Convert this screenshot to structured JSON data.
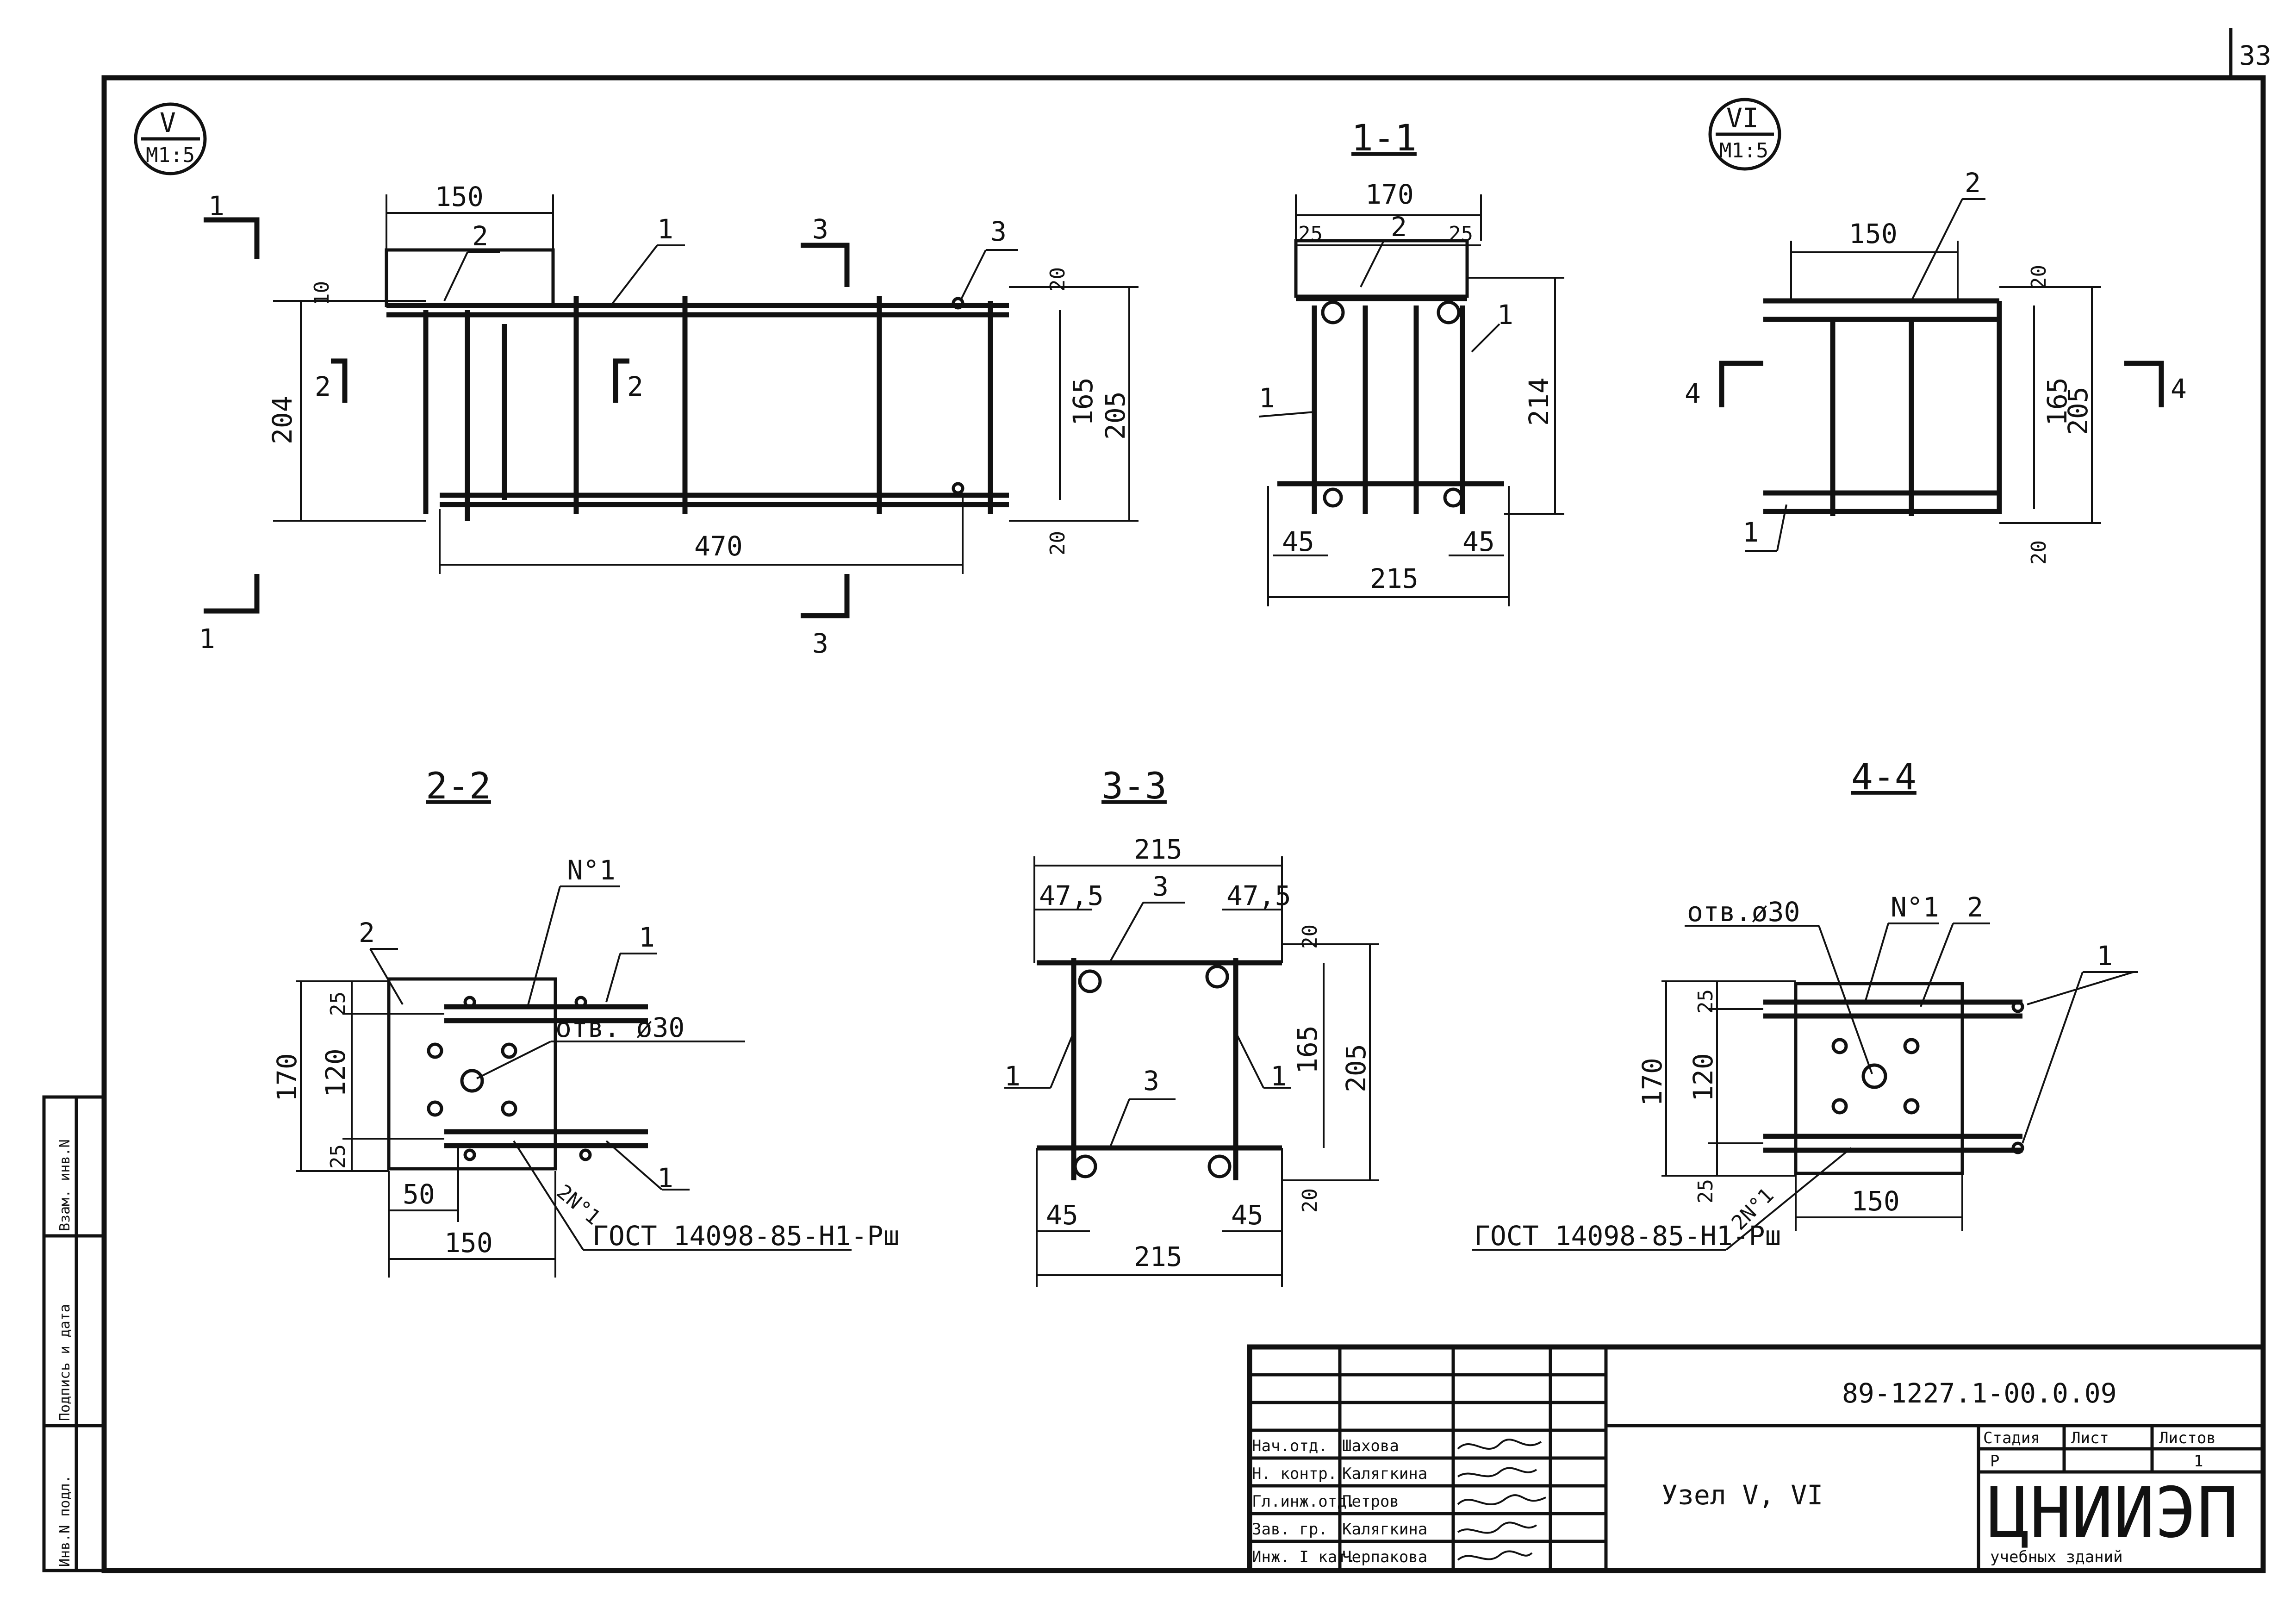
{
  "sheet": {
    "number": "33",
    "code": "89-1227.1-00.0.09",
    "title": "Узел V, VI"
  },
  "side_stamp": [
    "Инв.N подл.",
    "Подпись и дата",
    "Взам. инв.N"
  ],
  "callouts": {
    "node_a": {
      "top": "V",
      "bottom": "M1:5"
    },
    "node_b": {
      "top": "VI",
      "bottom": "M1:5"
    }
  },
  "section_titles": {
    "s11": "1-1",
    "s22": "2-2",
    "s33": "3-3",
    "s44": "4-4"
  },
  "section_marks": {
    "m1": "1",
    "m2": "2",
    "m3": "3",
    "m4": "4"
  },
  "positions": {
    "p1": "1",
    "p2": "2",
    "p3": "3"
  },
  "dims": {
    "d150": "150",
    "d470": "470",
    "d204": "204",
    "d165": "165",
    "d205": "205",
    "d20": "20",
    "d10": "10",
    "d170": "170",
    "d25": "25",
    "d214": "214",
    "d45": "45",
    "d215": "215",
    "d120": "120",
    "d50": "50",
    "d475": "47,5"
  },
  "notes": {
    "hole": "отв. ø30",
    "hole2": "отв.ø30",
    "n1": "N°1",
    "n2": "2N°1",
    "gost": "ГОСТ 14098-85-Н1-Рш"
  },
  "title_block": {
    "rows": [
      {
        "role": "Нач.отд.",
        "name": "Шахова"
      },
      {
        "role": "Н. контр.",
        "name": "Калягкина"
      },
      {
        "role": "Гл.инж.отд.",
        "name": "Петров"
      },
      {
        "role": "Зав. гр.",
        "name": "Калягкина"
      },
      {
        "role": "Инж. I кат.",
        "name": "Черпакова"
      }
    ],
    "stage_header": "Стадия",
    "sheet_header": "Лист",
    "sheets_header": "Листов",
    "stage": "Р",
    "sheets": "1",
    "org": "ЦНИИЭП",
    "org_sub": "учебных зданий"
  }
}
